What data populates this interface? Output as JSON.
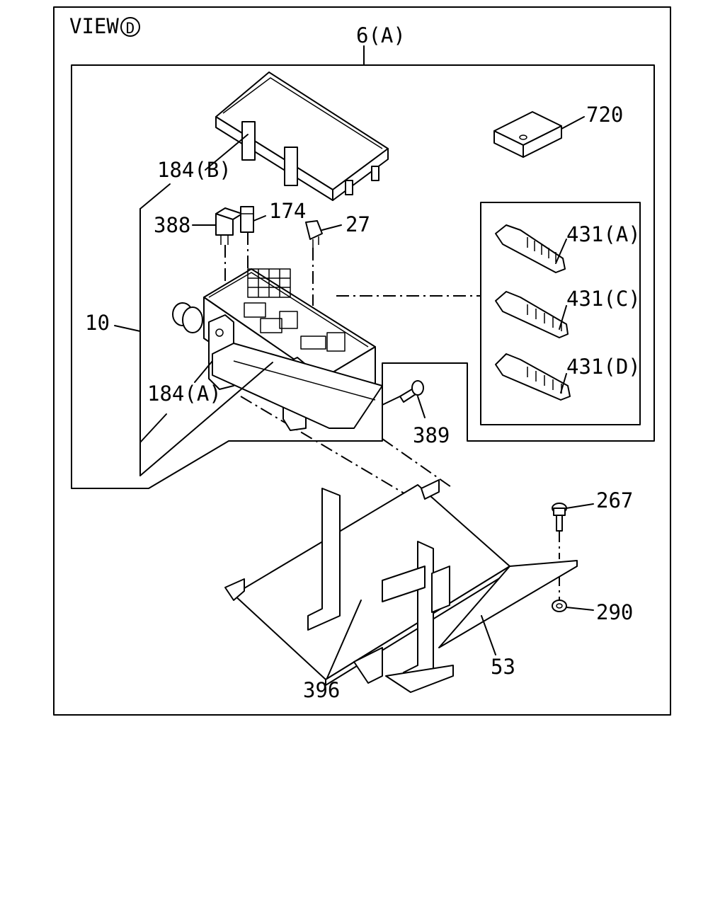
{
  "view": {
    "title": "VIEW",
    "marker": "D"
  },
  "labels": {
    "p6A": "6(A)",
    "p720": "720",
    "p184B": "184(B)",
    "p388": "388",
    "p174": "174",
    "p27": "27",
    "p431A": "431(A)",
    "p431C": "431(C)",
    "p431D": "431(D)",
    "p10": "10",
    "p184A": "184(A)",
    "p389": "389",
    "p267": "267",
    "p290": "290",
    "p53": "53",
    "p396": "396"
  }
}
